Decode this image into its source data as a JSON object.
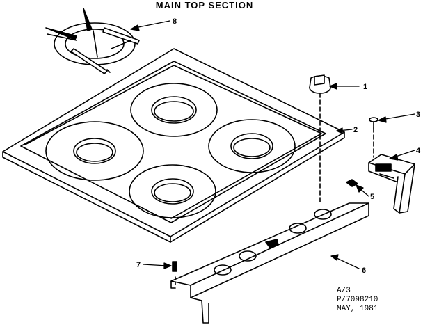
{
  "title": "MAIN TOP SECTION",
  "callouts": [
    "1",
    "2",
    "3",
    "4",
    "5",
    "6",
    "7",
    "8"
  ],
  "reference": {
    "line1": "A/3",
    "line2": "P/7098210",
    "line3": "MAY, 1981"
  }
}
